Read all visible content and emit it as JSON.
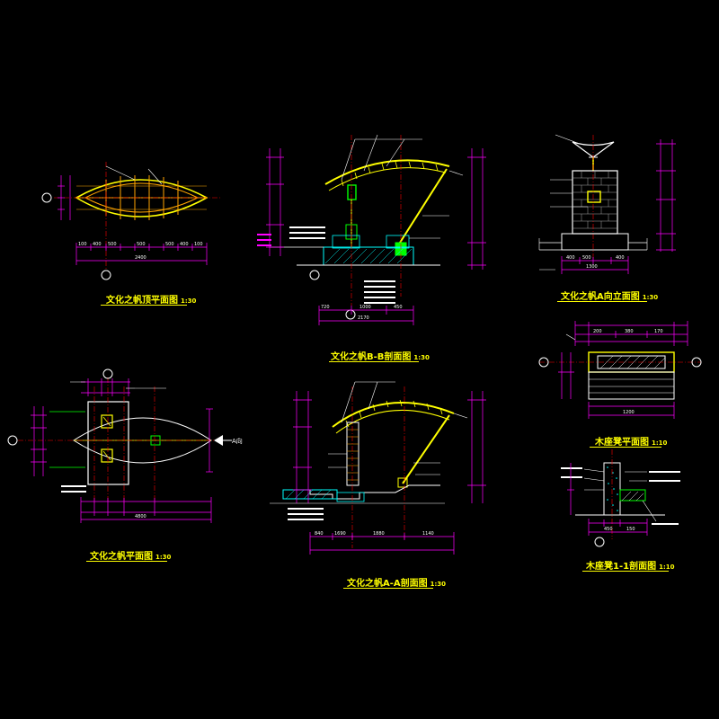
{
  "drawing": {
    "background": "#000000",
    "colors": {
      "title": "#ffff00",
      "dimension": "#ff00ff",
      "outline": "#ffffff",
      "sail": "#ffff00",
      "post": "#00ff00",
      "axis": "#ff0000",
      "hatch": "#00ffff",
      "wood": "#ffa500"
    }
  },
  "views": [
    {
      "id": "roof-plan",
      "title": "文化之帆顶平面图",
      "scale": "1:30"
    },
    {
      "id": "section-bb",
      "title": "文化之帆B-B剖面图",
      "scale": "1:30"
    },
    {
      "id": "elevation-a",
      "title": "文化之帆A向立面图",
      "scale": "1:30"
    },
    {
      "id": "plan",
      "title": "文化之帆平面图",
      "scale": "1:30"
    },
    {
      "id": "section-aa",
      "title": "文化之帆A-A剖面图",
      "scale": "1:30"
    },
    {
      "id": "bench-plan",
      "title": "木座凳平面图",
      "scale": "1:10"
    },
    {
      "id": "bench-section",
      "title": "木座凳1-1剖面图",
      "scale": "1:10"
    }
  ],
  "labels": {
    "direction_a": "A向",
    "roof_dims": [
      "100",
      "400",
      "500",
      "500",
      "500",
      "400",
      "100"
    ],
    "roof_total": "2400",
    "plan_total": "4800",
    "section_bb_dims": [
      "720",
      "1000",
      "450"
    ],
    "section_bb_total": "2170",
    "section_aa_dims": [
      "840",
      "1690",
      "1880",
      "1140"
    ],
    "elev_dims": [
      "400",
      "500",
      "400"
    ],
    "elev_total": "1300",
    "bench_dims": [
      "200",
      "380",
      "170"
    ],
    "bench_total": "1200",
    "bench_section_dims": [
      "450",
      "150"
    ]
  }
}
